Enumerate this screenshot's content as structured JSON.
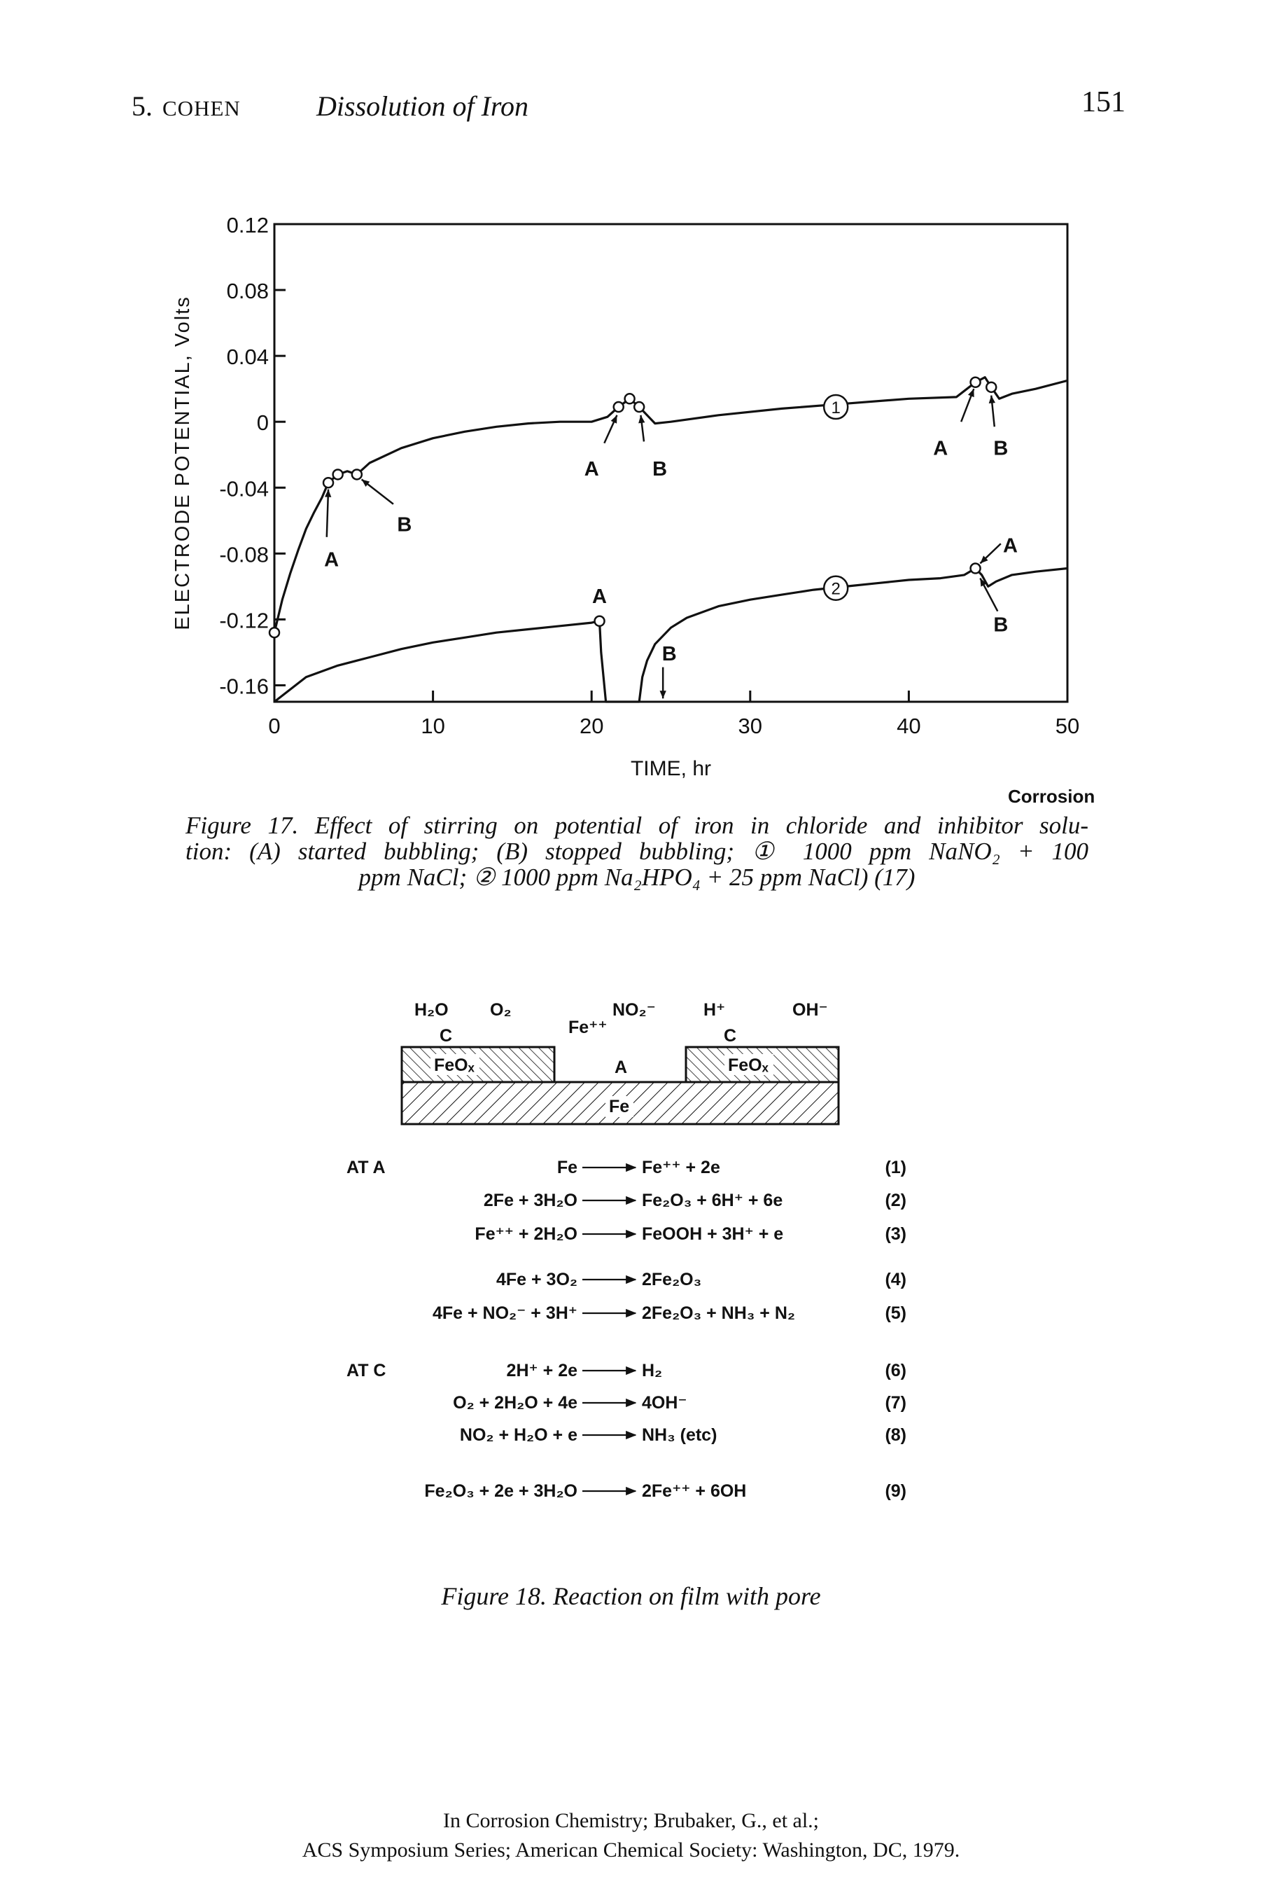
{
  "header": {
    "chapter_number": "5.",
    "author": "COHEN",
    "title": "Dissolution of Iron",
    "page": "151"
  },
  "figure17": {
    "credit": "Corrosion",
    "caption": {
      "line1": "Figure 17.  Effect of stirring on potential of iron in chloride and inhibitor solu-",
      "line2": "tion: (A) started bubbling; (B) stopped bubbling; ① 1000 ppm NaNO₂ + 100",
      "line3": "ppm NaCl; ② 1000 ppm Na₂HPO₄ + 25 ppm NaCl) (17)"
    },
    "chart_data": {
      "type": "line",
      "xlabel": "TIME, hr",
      "ylabel": "ELECTRODE POTENTIAL, Volts",
      "xlim": [
        0,
        50
      ],
      "ylim": [
        -0.17,
        0.12
      ],
      "x_ticks": [
        "0",
        "10",
        "20",
        "30",
        "40",
        "50"
      ],
      "y_ticks": [
        "0.12",
        "0.08",
        "0.04",
        "0",
        "-0.04",
        "-0.08",
        "-0.12",
        "-0.16"
      ],
      "series": [
        {
          "name": "1",
          "x": [
            0,
            0.5,
            1,
            1.5,
            2,
            2.5,
            3,
            3.4,
            4,
            4.6,
            5.2,
            6,
            8,
            10,
            12,
            14,
            16,
            18,
            20,
            21,
            21.7,
            22.4,
            23,
            23.5,
            24,
            25,
            28,
            32,
            36,
            40,
            43,
            44.2,
            44.8,
            45.2,
            45.7,
            46.5,
            48,
            50
          ],
          "y": [
            -0.128,
            -0.108,
            -0.092,
            -0.078,
            -0.065,
            -0.055,
            -0.046,
            -0.037,
            -0.032,
            -0.03,
            -0.032,
            -0.025,
            -0.016,
            -0.01,
            -0.006,
            -0.003,
            -0.001,
            0.0,
            0.0,
            0.003,
            0.009,
            0.014,
            0.009,
            0.004,
            -0.001,
            0.0,
            0.004,
            0.008,
            0.011,
            0.014,
            0.015,
            0.024,
            0.027,
            0.021,
            0.014,
            0.017,
            0.02,
            0.025
          ]
        },
        {
          "name": "2",
          "x": [
            0,
            2,
            4,
            6,
            8,
            10,
            12,
            14,
            16,
            18,
            20,
            20.5,
            20.6,
            20.9,
            21.4,
            22,
            23,
            23.2,
            23.5,
            24,
            25,
            26,
            28,
            30,
            32,
            34,
            36,
            38,
            40,
            42,
            43.5,
            44.2,
            44.6,
            45,
            45.5,
            46.5,
            48,
            50
          ],
          "y": [
            -0.17,
            -0.155,
            -0.148,
            -0.143,
            -0.138,
            -0.134,
            -0.131,
            -0.128,
            -0.126,
            -0.124,
            -0.122,
            -0.121,
            -0.14,
            -0.17,
            -0.17,
            -0.17,
            -0.17,
            -0.155,
            -0.145,
            -0.135,
            -0.125,
            -0.119,
            -0.112,
            -0.108,
            -0.105,
            -0.102,
            -0.1,
            -0.098,
            -0.096,
            -0.095,
            -0.093,
            -0.089,
            -0.093,
            -0.1,
            -0.097,
            -0.093,
            -0.091,
            -0.089
          ]
        }
      ],
      "annotations": {
        "curve1_label": "1",
        "curve2_label": "2",
        "A": "A",
        "B": "B"
      }
    }
  },
  "figure18": {
    "diagram": {
      "species": [
        "H₂O",
        "O₂",
        "NO₂⁻",
        "H⁺",
        "OH⁻"
      ],
      "fe_pp": "Fe⁺⁺",
      "C": "C",
      "A": "A",
      "FeOx": "FeOₓ",
      "Fe": "Fe"
    },
    "reactions": [
      {
        "site": "AT A",
        "left": "Fe",
        "right": "Fe⁺⁺ + 2e",
        "num": "(1)"
      },
      {
        "site": "",
        "left": "2Fe + 3H₂O",
        "right": "Fe₂O₃ + 6H⁺ + 6e",
        "num": "(2)"
      },
      {
        "site": "",
        "left": "Fe⁺⁺ + 2H₂O",
        "right": "FeOOH + 3H⁺ + e",
        "num": "(3)"
      },
      {
        "site": "",
        "left": "4Fe + 3O₂",
        "right": "2Fe₂O₃",
        "num": "(4)"
      },
      {
        "site": "",
        "left": "4Fe + NO₂⁻ + 3H⁺",
        "right": "2Fe₂O₃ + NH₃ + N₂",
        "num": "(5)"
      },
      {
        "site": "AT C",
        "left": "2H⁺ + 2e",
        "right": "H₂",
        "num": "(6)"
      },
      {
        "site": "",
        "left": "O₂ + 2H₂O + 4e",
        "right": "4OH⁻",
        "num": "(7)"
      },
      {
        "site": "",
        "left": "NO₂ + H₂O + e",
        "right": "NH₃ (etc)",
        "num": "(8)"
      },
      {
        "site": "",
        "left": "Fe₂O₃ + 2e + 3H₂O",
        "right": "2Fe⁺⁺ + 6OH",
        "num": "(9)"
      }
    ],
    "caption": "Figure 18.   Reaction on film with pore"
  },
  "footer": {
    "line1": "In Corrosion Chemistry; Brubaker, G., et al.;",
    "line2": "ACS Symposium Series; American Chemical Society: Washington, DC, 1979."
  }
}
